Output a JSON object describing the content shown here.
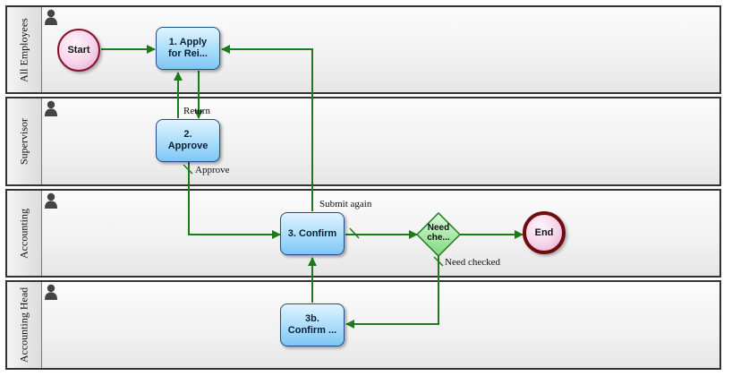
{
  "lanes": [
    {
      "label": "All Employees"
    },
    {
      "label": "Supervisor"
    },
    {
      "label": "Accounting"
    },
    {
      "label": "Accounting Head"
    }
  ],
  "events": {
    "start": "Start",
    "end": "End"
  },
  "tasks": {
    "apply": "1. Apply\nfor Rei...",
    "approve": "2.\nApprove",
    "confirm": "3. Confirm",
    "confirm_b": "3b.\nConfirm ..."
  },
  "gateway": {
    "label": "Need\nche..."
  },
  "flow_labels": {
    "return": "Return",
    "approve": "Approve",
    "submit_again": "Submit again",
    "need_checked": "Need checked"
  },
  "colors": {
    "flow": "#1d7a1d",
    "task_border": "#1f4f86",
    "start_border": "#8a1030",
    "end_border": "#6e0d0d",
    "gateway_fill": "#9ae69a"
  }
}
